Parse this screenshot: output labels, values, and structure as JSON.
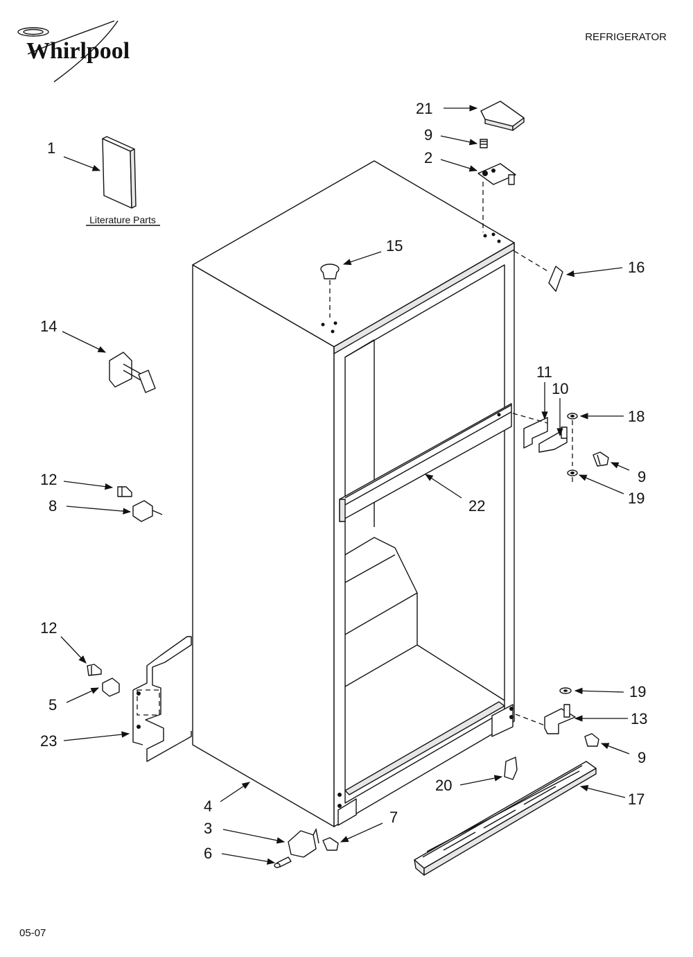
{
  "header": {
    "brand": "Whirlpool",
    "product": "REFRIGERATOR"
  },
  "literature_label": "Literature Parts",
  "footer": {
    "code": "05-07"
  },
  "callouts": {
    "c1": "1",
    "c2": "2",
    "c3": "3",
    "c4": "4",
    "c5": "5",
    "c6": "6",
    "c7": "7",
    "c8": "8",
    "c9a": "9",
    "c9b": "9",
    "c9c": "9",
    "c10": "10",
    "c11": "11",
    "c12a": "12",
    "c12b": "12",
    "c13": "13",
    "c14": "14",
    "c15": "15",
    "c16": "16",
    "c17": "17",
    "c18": "18",
    "c19a": "19",
    "c19b": "19",
    "c20": "20",
    "c21": "21",
    "c22": "22",
    "c23": "23"
  }
}
